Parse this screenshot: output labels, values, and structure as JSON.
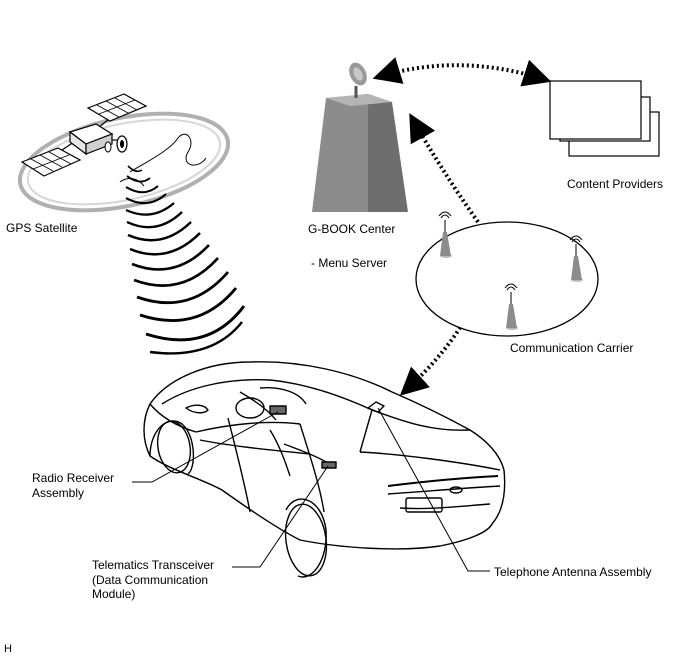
{
  "labels": {
    "gps_satellite": "GPS Satellite",
    "gbook_center": "G-BOOK Center",
    "menu_server": "- Menu Server",
    "content_providers": "Content Providers",
    "communication_carrier": "Communication Carrier",
    "radio_receiver_line1": "Radio Receiver",
    "radio_receiver_line2": "Assembly",
    "telematics_line1": "Telematics Transceiver",
    "telematics_line2": "(Data Communication",
    "telematics_line3": "Module)",
    "telephone_antenna": "Telephone Antenna Assembly",
    "figure_code": "H"
  },
  "icons": [
    "gps-satellite-icon",
    "earth-globe-icon",
    "building-icon",
    "satellite-dish-icon",
    "document-stack-icon",
    "cell-tower-icon",
    "car-icon"
  ],
  "colors": {
    "building_fill": "#8c8c8c",
    "building_side": "#6e6e6e",
    "globe_ring": "#b0b0b0",
    "line": "#000000"
  }
}
